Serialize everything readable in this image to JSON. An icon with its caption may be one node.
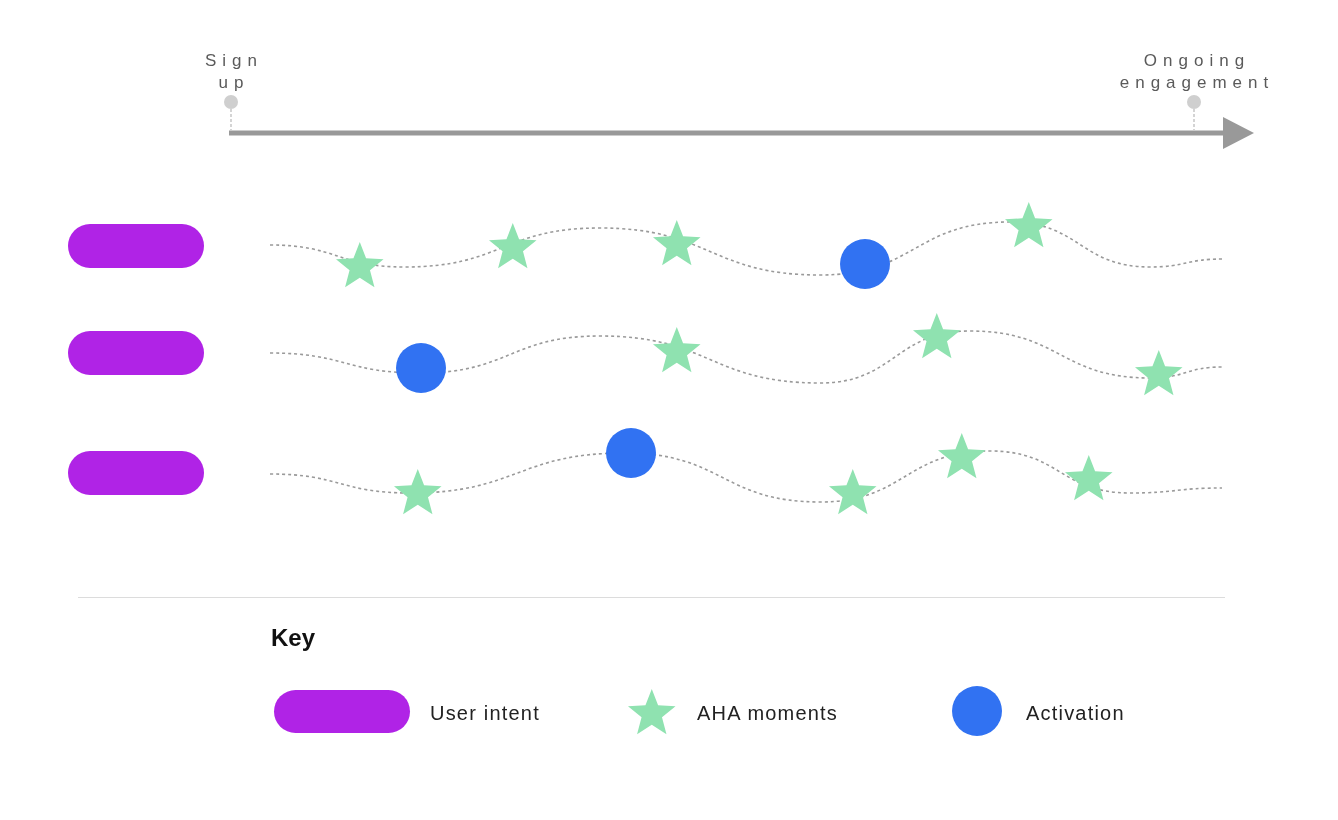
{
  "diagram": {
    "nodes": [
      {
        "text": [],
        "shape": "bar"
      },
      {
        "text": [],
        "shape": "bar"
      },
      {
        "text": [],
        "shape": "bar"
      }
    ],
    "labels": [
      "Sign up",
      "Ongoing engagement",
      "Key"
    ],
    "legend": [
      {
        "text": "User intent",
        "color": "#b023e6"
      },
      {
        "text": "AHA moments",
        "color": "#8fe2b0"
      },
      {
        "text": "Activation",
        "color": "#3172f2"
      }
    ]
  }
}
